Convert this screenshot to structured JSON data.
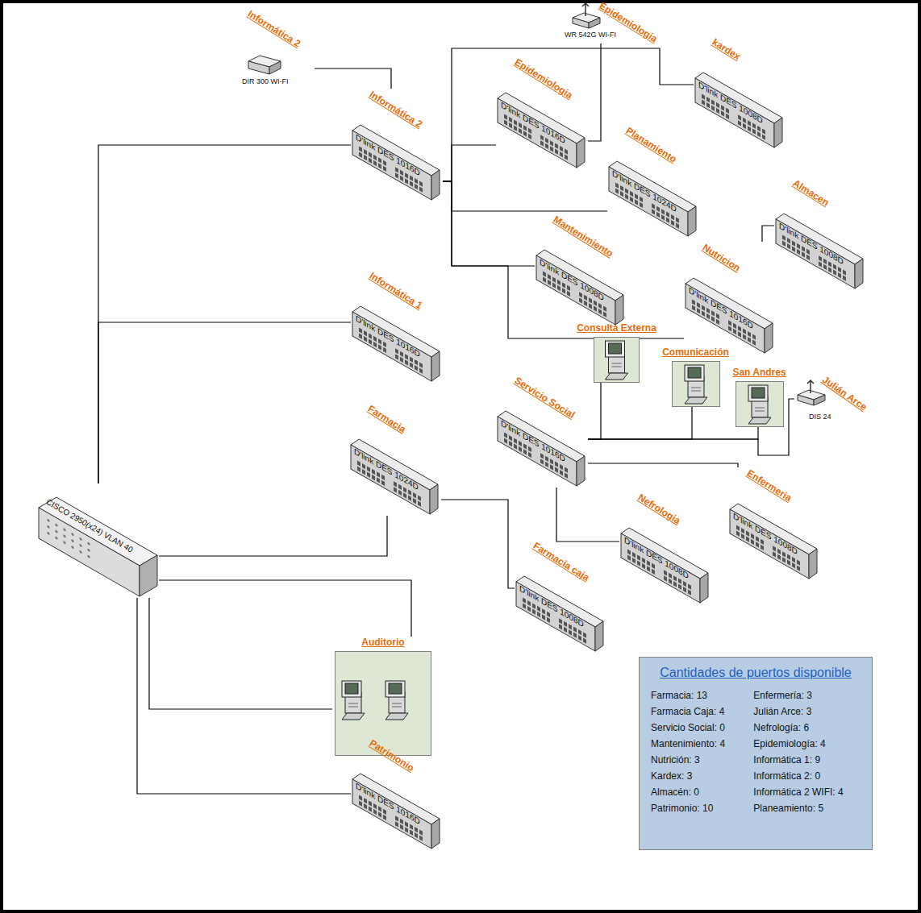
{
  "diagram": {
    "nodes": [
      {
        "text": [
          "Informática 2",
          "DIR 300 WI-FI"
        ]
      },
      {
        "text": [
          "Epidemiologia",
          "WR 542G WI-FI"
        ]
      },
      {
        "text": [
          "Informática 2",
          "D'link DES 1016D"
        ]
      },
      {
        "text": [
          "Epidemiologia",
          "D'link DES 1016D"
        ]
      },
      {
        "text": [
          "kardex",
          "D'link DES 1008D"
        ]
      },
      {
        "text": [
          "Planamiento",
          "D'link DES 1024D"
        ]
      },
      {
        "text": [
          "Mantenimiento",
          "D'link DES 1008D"
        ]
      },
      {
        "text": [
          "Almacen",
          "D'link DES 1008D"
        ]
      },
      {
        "text": [
          "Nutricion",
          "D'link DES 1016D"
        ]
      },
      {
        "text": [
          "Informática 1",
          "D'link DES 1016D"
        ]
      },
      {
        "text": [
          "Consulta Externa"
        ]
      },
      {
        "text": [
          "Comunicación"
        ]
      },
      {
        "text": [
          "San Andres"
        ]
      },
      {
        "text": [
          "Julián Arce",
          "DIS 24"
        ]
      },
      {
        "text": [
          "Servicio Social",
          "D'link DES 1016D"
        ]
      },
      {
        "text": [
          "Farmacia",
          "D'link DES 1024D"
        ]
      },
      {
        "text": [
          "Enfermeria",
          "D'link DES 1008D"
        ]
      },
      {
        "text": [
          "Nefrologia",
          "D'link DES 1008D"
        ]
      },
      {
        "text": [
          "CISCO 2950(x24) VLAN 40"
        ]
      },
      {
        "text": [
          "Farmacia caja",
          "D'link DES 1008D"
        ]
      },
      {
        "text": [
          "Auditorio"
        ]
      },
      {
        "text": [
          "Patrimonio",
          "D'link DES 1016D"
        ]
      },
      {
        "text": [
          "Cantidades de puertos disponible",
          "Farmacia: 13",
          "Farmacia Caja: 4",
          "Servicio Social: 0",
          "Mantenimiento: 4",
          "Nutrición: 3",
          "Kardex: 3",
          "Almacén: 0",
          "Patrimonio: 10",
          "Enfermería: 3",
          "Julián Arce: 3",
          "Nefrología: 6",
          "Epidemiología: 4",
          "Informática 1: 9",
          "Informática 2: 0",
          "Informática 2 WIFI: 4",
          "Planeamiento: 5"
        ]
      }
    ],
    "edges": [
      {
        "from": 18,
        "to": 2,
        "arrow": "none"
      },
      {
        "from": 18,
        "to": 9,
        "arrow": "none"
      },
      {
        "from": 18,
        "to": 15,
        "arrow": "none"
      },
      {
        "from": 18,
        "to": 20,
        "arrow": "none"
      },
      {
        "from": 18,
        "to": 20,
        "arrow": "none"
      },
      {
        "from": 18,
        "to": 21,
        "arrow": "none"
      },
      {
        "from": 15,
        "to": 19,
        "arrow": "none"
      },
      {
        "from": 2,
        "to": 0,
        "arrow": "none"
      },
      {
        "from": 2,
        "to": 3,
        "arrow": "none"
      },
      {
        "from": 2,
        "to": 4,
        "arrow": "none"
      },
      {
        "from": 2,
        "to": 5,
        "arrow": "none"
      },
      {
        "from": 2,
        "to": 6,
        "arrow": "none"
      },
      {
        "from": 2,
        "to": 8,
        "arrow": "none"
      },
      {
        "from": 3,
        "to": 1,
        "arrow": "none"
      },
      {
        "from": 8,
        "to": 7,
        "arrow": "none"
      },
      {
        "from": 14,
        "to": 10,
        "arrow": "none"
      },
      {
        "from": 14,
        "to": 11,
        "arrow": "none"
      },
      {
        "from": 14,
        "to": 12,
        "arrow": "none"
      },
      {
        "from": 14,
        "to": 13,
        "arrow": "none"
      },
      {
        "from": 14,
        "to": 16,
        "arrow": "none"
      },
      {
        "from": 14,
        "to": 17,
        "arrow": "none"
      }
    ]
  }
}
